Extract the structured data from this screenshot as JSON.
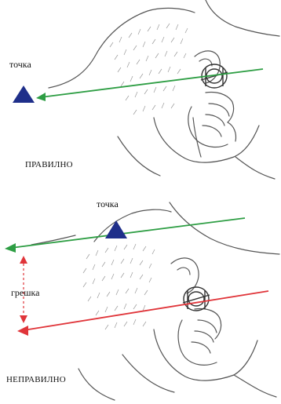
{
  "panels": {
    "correct": {
      "point_label": "точка",
      "caption": "ПРАВИЛНО"
    },
    "incorrect": {
      "point_label": "точка",
      "error_label": "грешка",
      "caption": "НЕПРАВИЛНО"
    }
  },
  "colors": {
    "target": "#1f2f8a",
    "sight_line_correct": "#2e9e44",
    "sight_line_reference": "#2e9e44",
    "sight_line_error": "#e0353a",
    "error_marker": "#e0353a",
    "sketch": "#555555"
  },
  "icons": {
    "target": "triangle-marker-icon",
    "compass": "compass-icon"
  }
}
